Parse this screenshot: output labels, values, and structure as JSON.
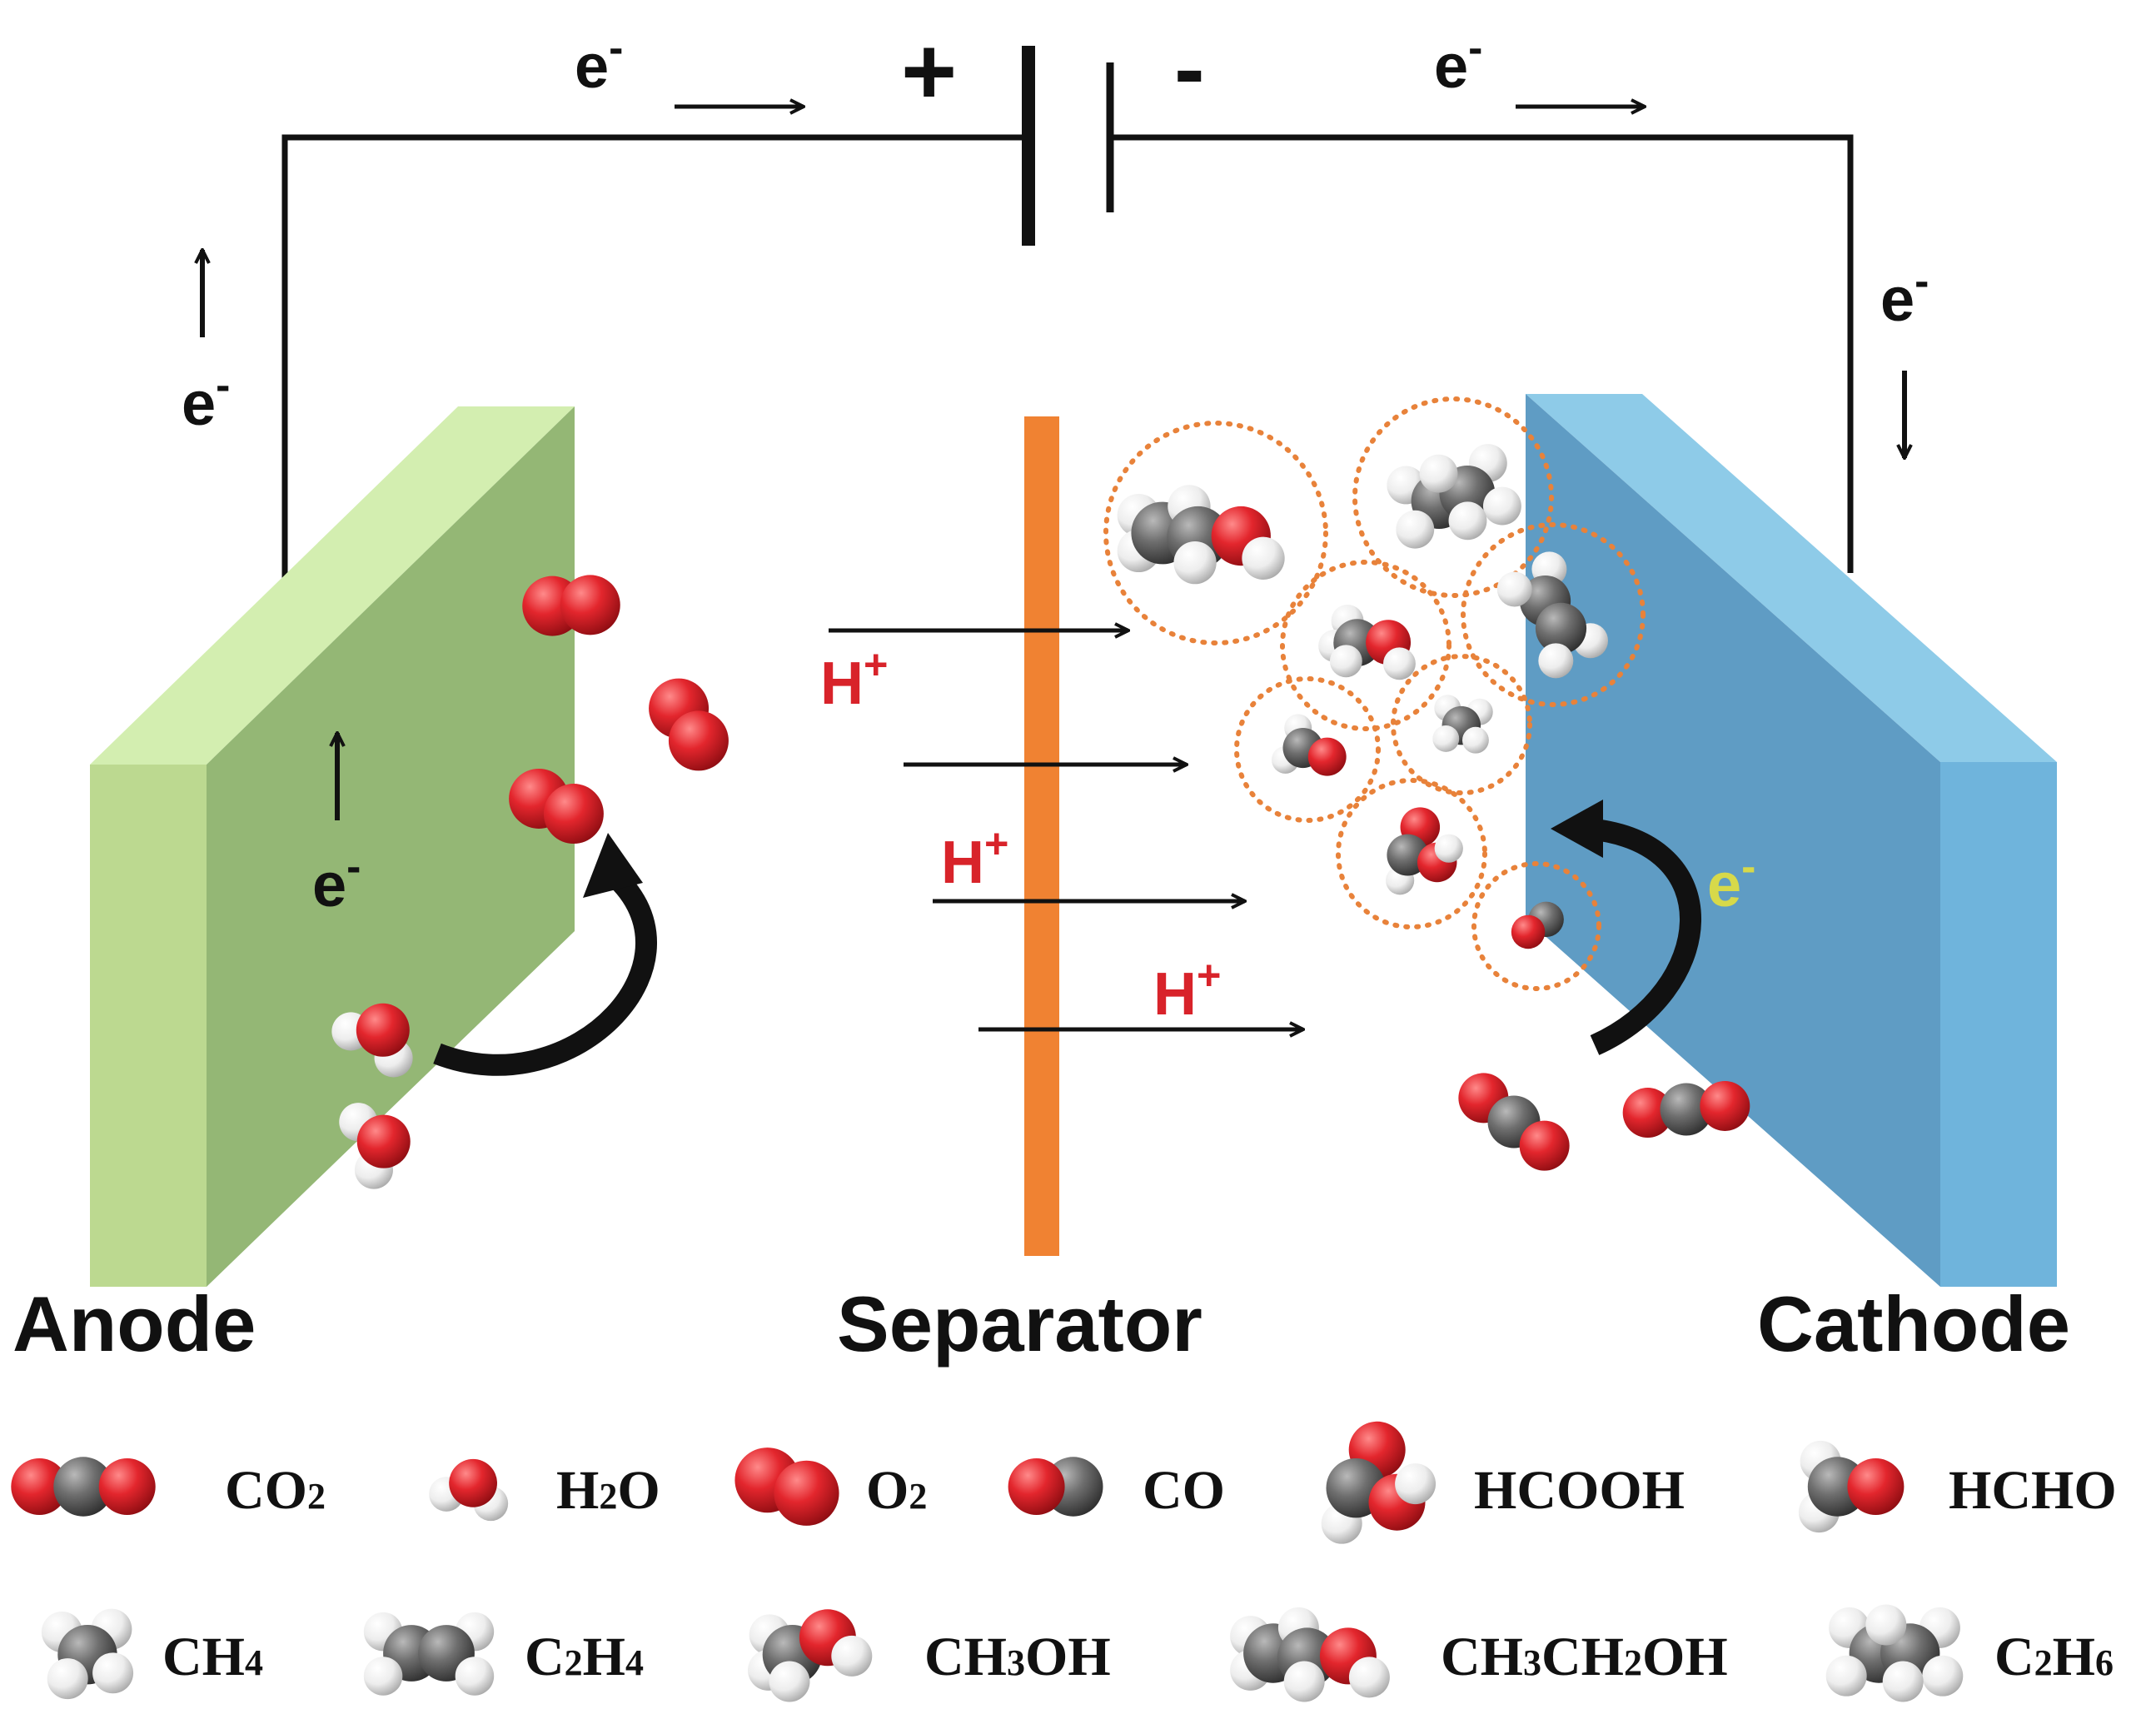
{
  "diagram": {
    "electron": "e",
    "electron_charge": "-",
    "positive_terminal": "+",
    "negative_terminal": "-",
    "proton": "H",
    "proton_charge": "+",
    "anode_label": "Anode",
    "separator_label": "Separator",
    "cathode_label": "Cathode",
    "colors": {
      "anode_front": "#94b775",
      "anode_side": "#bcd990",
      "anode_top": "#d3eeb0",
      "cathode_front": "#5f9cc4",
      "cathode_side": "#6fb4dc",
      "cathode_top": "#8ecbe8",
      "separator": "#f08232",
      "oxygen": "#d8232a",
      "carbon": "#6b6b6b",
      "hydrogen": "#ececec",
      "proton_text": "#d8232a",
      "cathode_electron_text": "#d7d94a",
      "product_halo": "#e8823a"
    }
  },
  "legend": [
    {
      "id": "co2",
      "base": "CO",
      "sub": "2",
      "icon": "co2-molecule-icon"
    },
    {
      "id": "h2o",
      "base": "H",
      "sub": "2",
      "tail": "O",
      "icon": "h2o-molecule-icon"
    },
    {
      "id": "o2",
      "base": "O",
      "sub": "2",
      "icon": "o2-molecule-icon"
    },
    {
      "id": "co",
      "base": "CO",
      "icon": "co-molecule-icon"
    },
    {
      "id": "hcooh",
      "base": "HCOOH",
      "icon": "hcooh-molecule-icon"
    },
    {
      "id": "hcho",
      "base": "HCHO",
      "icon": "hcho-molecule-icon"
    },
    {
      "id": "ch4",
      "base": "CH",
      "sub": "4",
      "icon": "ch4-molecule-icon"
    },
    {
      "id": "c2h4",
      "base": "C",
      "sub": "2",
      "tail": "H",
      "sub2": "4",
      "icon": "c2h4-molecule-icon"
    },
    {
      "id": "ch3oh",
      "base": "CH",
      "sub": "3",
      "tail": "OH",
      "icon": "ch3oh-molecule-icon"
    },
    {
      "id": "ch3ch2oh",
      "base": "CH",
      "sub": "3",
      "tail": "CH",
      "sub2": "2",
      "tail2": "OH",
      "icon": "ch3ch2oh-molecule-icon"
    },
    {
      "id": "c2h6",
      "base": "C",
      "sub": "2",
      "tail": "H",
      "sub2": "6",
      "icon": "c2h6-molecule-icon"
    }
  ]
}
